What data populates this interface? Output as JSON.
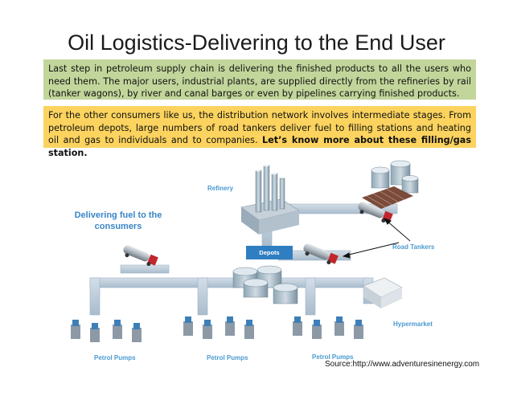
{
  "title": "Oil Logistics-Delivering to the End User",
  "box1_text": "Last step in petroleum supply chain is delivering the finished  products to all the users who need them. The major users, industrial plants, are supplied directly from the refineries by rail (tanker wagons), by river and canal barges or even by pipelines carrying finished products.",
  "box2_text": "For the other consumers like us, the distribution network involves intermediate stages. From petroleum depots, large numbers of road tankers deliver fuel to filling stations and heating oil and gas to individuals and to companies. ",
  "box2_highlight": "Let’s know more about these filling/gas station.",
  "diagram": {
    "heading": "Delivering fuel to the consumers",
    "refinery": "Refinery",
    "depots": "Depots",
    "road_tankers": "Road Tankers",
    "hypermarket": "Hypermarket",
    "petrol_pumps_1": "Petrol Pumps",
    "petrol_pumps_2": "Petrol Pumps",
    "petrol_pumps_3": "Petrol Pumps"
  },
  "source": "Source:http://www.adventuresinenergy.com",
  "colors": {
    "box1": "#c2d69b",
    "box2": "#fbd35e",
    "pipe": "#b9c9d9",
    "label": "#4a9ad0",
    "tanker_cab": "#c0262b"
  }
}
